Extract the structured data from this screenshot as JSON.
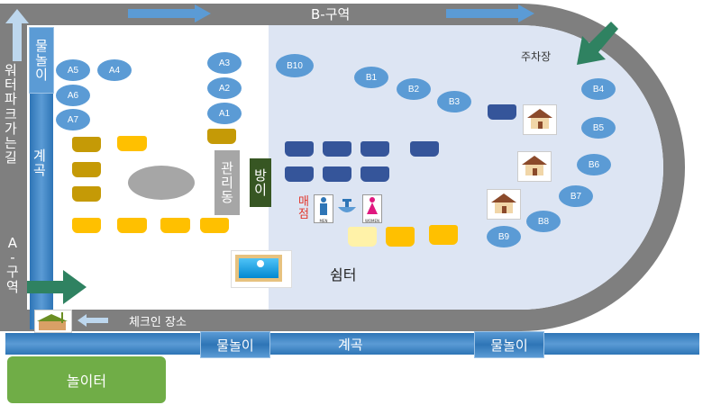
{
  "zones": {
    "b_zone": "B-구역",
    "a_zone": [
      "A",
      "-",
      "구",
      "역"
    ],
    "waterpark_road": [
      "워",
      "터",
      "파",
      "크",
      "가",
      "는",
      "길"
    ],
    "parking": "주차장",
    "checkin": "체크인 장소",
    "shelter": "쉼터",
    "playground": "놀이터"
  },
  "left_water": {
    "title": [
      "물",
      "놀",
      "이"
    ],
    "valley": [
      "계",
      "곡"
    ]
  },
  "buildings": {
    "office": [
      "관",
      "리",
      "동"
    ],
    "room": [
      "방",
      "이"
    ],
    "store": [
      "매",
      "점"
    ],
    "men": "MEN",
    "women": "WOMEN"
  },
  "bottom_strip": {
    "left": "물놀이",
    "center": "계곡",
    "right": "물놀이"
  },
  "sites_a": [
    "A5",
    "A4",
    "A6",
    "A7",
    "A3",
    "A2",
    "A1"
  ],
  "sites_b": [
    "B10",
    "B1",
    "B2",
    "B3",
    "B4",
    "B5",
    "B6",
    "B7",
    "B8",
    "B9"
  ],
  "colors": {
    "road": "#7f7f7f",
    "campground_b": "#dde5f3",
    "water": "#5b9bd5",
    "deck_yellow": "#ffc000",
    "deck_gold": "#c59a06",
    "deck_navy": "#35559a",
    "arrow_green": "#2f8261",
    "playground": "#70ad47",
    "office_gray": "#a6a6a6",
    "room_green": "#375623"
  }
}
